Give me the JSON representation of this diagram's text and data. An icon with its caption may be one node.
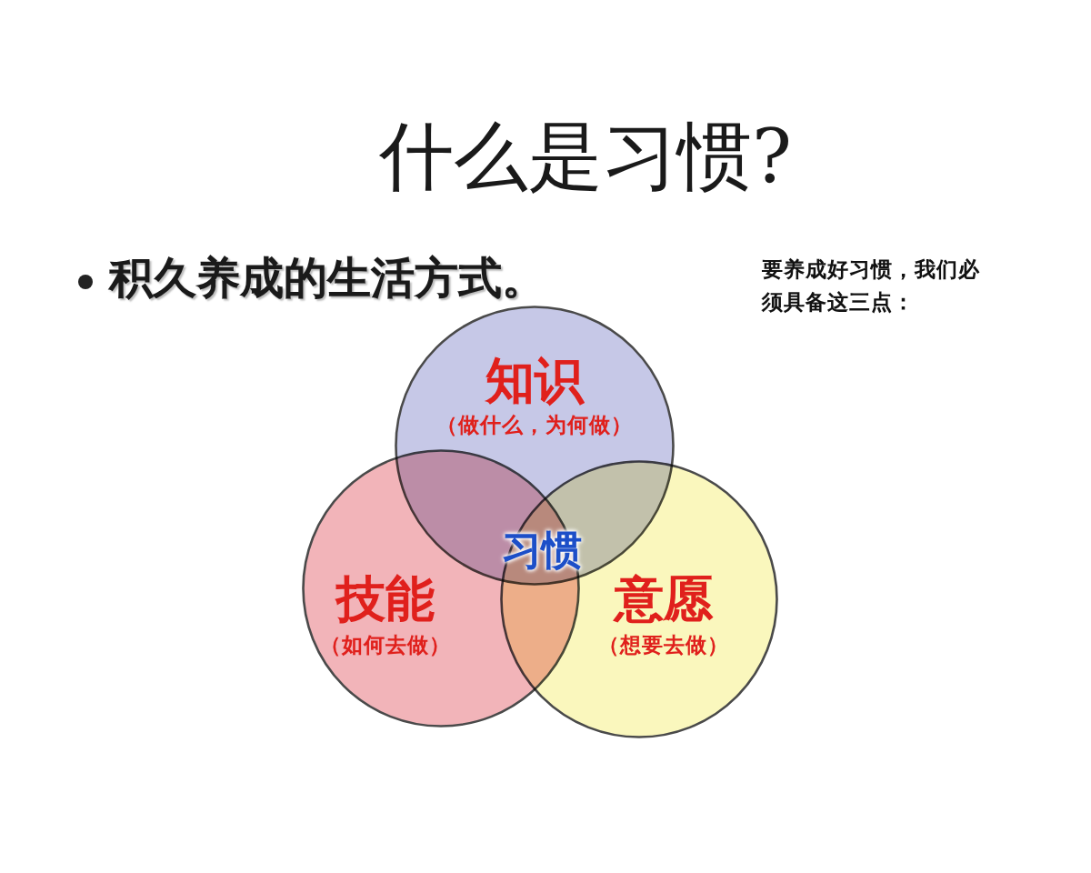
{
  "diagram": {
    "title": "什么是习惯?",
    "nodes": [
      {
        "text": [
          "知识",
          "（做什么，为何做）"
        ]
      },
      {
        "text": [
          "技能",
          "（如何去做）"
        ]
      },
      {
        "text": [
          "意愿",
          "（想要去做）"
        ]
      },
      {
        "text": [
          "习惯"
        ]
      }
    ],
    "labels": [
      "积久养成的生活方式。",
      "要养成好习惯，我们必须具备这三点："
    ]
  }
}
